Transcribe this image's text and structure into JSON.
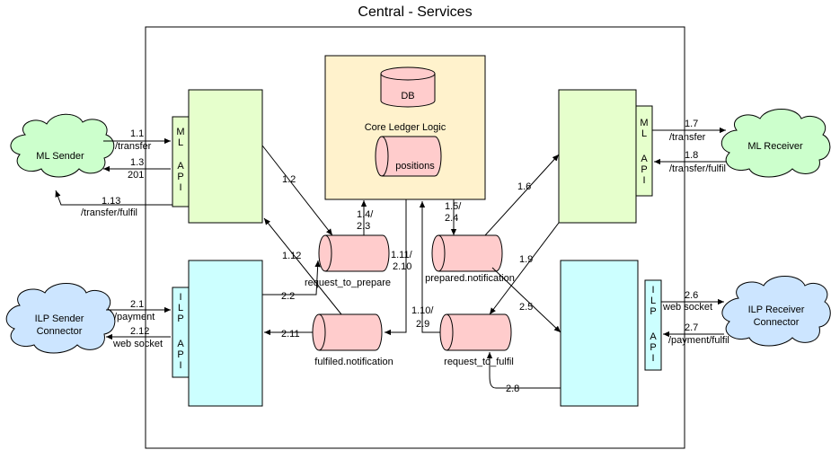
{
  "title": "Central - Services",
  "colors": {
    "ml_box": "#e6ffcc",
    "ilp_box": "#ccffff",
    "core": "#fff2cc",
    "cloud": "#ccffcc",
    "cloud_blue": "#cce5ff",
    "queue": "#ffcccc",
    "db": "#ffcccc"
  },
  "components": {
    "core": {
      "label": "Core Ledger Logic",
      "db": "DB",
      "positions": "positions"
    },
    "ml_sender": "ML Sender",
    "ml_receiver": "ML Receiver",
    "ilp_sender": [
      "ILP Sender",
      "Connector"
    ],
    "ilp_receiver": [
      "ILP Receiver",
      "Connector"
    ],
    "ml_api_left": [
      "M",
      "L",
      "A",
      "P",
      "I"
    ],
    "ml_api_right": [
      "M",
      "L",
      "A",
      "P",
      "I"
    ],
    "ilp_api_left": [
      "I",
      "L",
      "P",
      "A",
      "P",
      "I"
    ],
    "ilp_api_right": [
      "I",
      "L",
      "P",
      "A",
      "P",
      "I"
    ]
  },
  "queues": {
    "request_to_prepare": "request_to_prepare",
    "prepared_notification": "prepared.notification",
    "fulfiled_notification": "fulfiled.notification",
    "request_to_fulfil": "request_to_fulfil"
  },
  "labels": {
    "l_1_1": "1.1",
    "l_transfer_a": "/transfer",
    "l_1_3": "1.3",
    "l_201": "201",
    "l_1_13": "1.13",
    "l_transfer_fulfil_a": "/transfer/fulfil",
    "l_1_2": "1.2",
    "l_1_4": "1.4/",
    "l_2_3": "2.3",
    "l_1_5": "1.5/",
    "l_2_4": "2.4",
    "l_1_6": "1.6",
    "l_1_7": "1.7",
    "l_transfer_b": "/transfer",
    "l_1_8": "1.8",
    "l_transfer_fulfil_b": "/transfer/fulfil",
    "l_1_9": "1.9",
    "l_1_11": "1.11/",
    "l_2_10": "2.10",
    "l_1_12": "1.12",
    "l_1_10": "1.10/",
    "l_2_9": "2.9",
    "l_2_1": "2.1",
    "l_payment": "/payment",
    "l_2_12": "2.12",
    "l_web_socket_a": "web socket",
    "l_2_2": "2.2",
    "l_2_11": "2.11",
    "l_2_5": "2.5",
    "l_2_6": "2.6",
    "l_web_socket_b": "web socket",
    "l_2_7": "2.7",
    "l_payment_fulfil": "/payment/fulfil",
    "l_2_8": "2.8"
  }
}
